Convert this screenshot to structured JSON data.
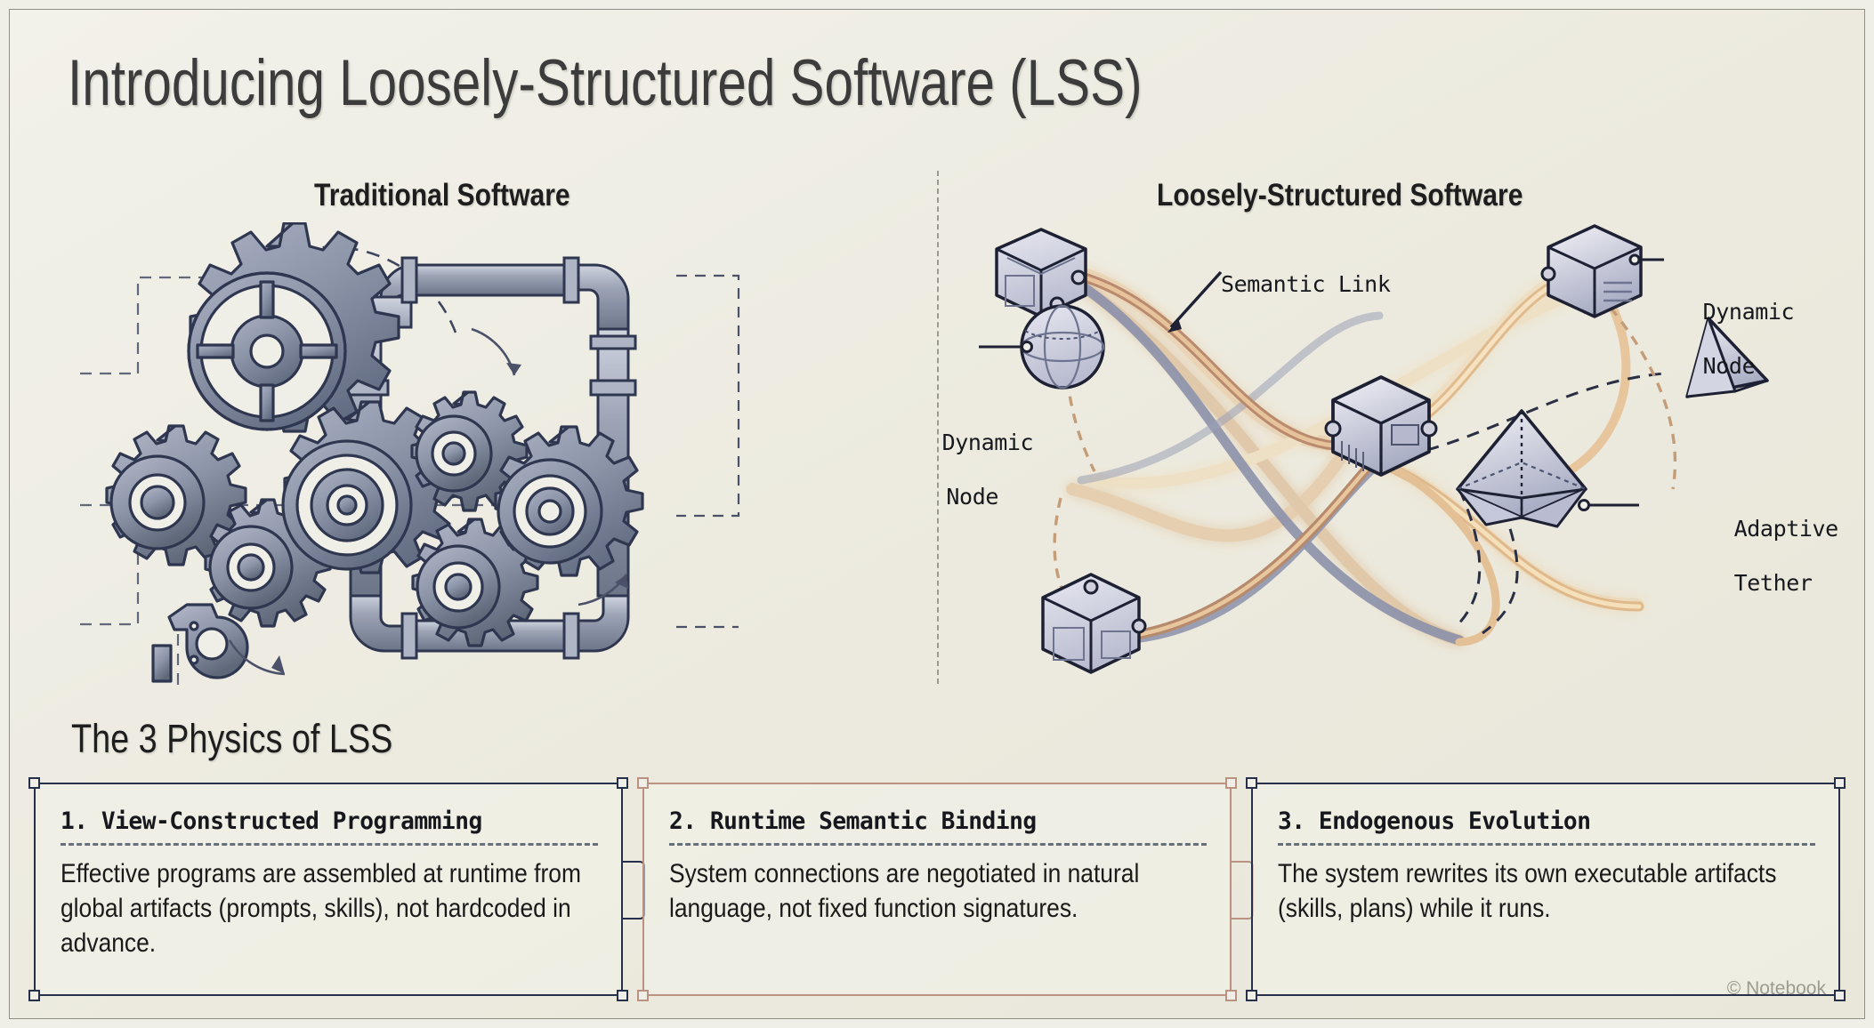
{
  "header": {
    "title": "Introducing Loosely-Structured Software (LSS)"
  },
  "panels": {
    "left": {
      "heading": "Traditional Software",
      "illustration": "interlocking-gears-and-pipes-blueprint"
    },
    "right": {
      "heading": "Loosely-Structured Software",
      "illustration": "isometric-nodes-linked-by-glowing-cables",
      "annotations": [
        {
          "label": "Semantic Link",
          "pointer": "arrow-down-left",
          "align": "left"
        },
        {
          "label_line1": "Dynamic",
          "label_line2": "Node",
          "pointer": "leader-line-right",
          "align": "left"
        },
        {
          "label_line1": "Dynamic",
          "label_line2": "Node",
          "pointer": "leader-line-left",
          "align": "right"
        },
        {
          "label_line1": "Adaptive",
          "label_line2": "Tether",
          "pointer": "leader-line-left",
          "align": "left"
        }
      ]
    }
  },
  "section": {
    "title": "The 3 Physics of LSS",
    "cards": [
      {
        "title": "1. View-Constructed Programming",
        "body": "Effective programs are assembled at runtime from global artifacts (prompts, skills), not hardcoded in advance.",
        "accent": false
      },
      {
        "title": "2. Runtime Semantic Binding",
        "body": "System connections are negotiated in natural language, not fixed function signatures.",
        "accent": true
      },
      {
        "title": "3. Endogenous Evolution",
        "body": "The system rewrites its own executable artifacts (skills, plans) while it runs.",
        "accent": false
      }
    ]
  },
  "footer": {
    "watermark": "© Notebook"
  },
  "colors": {
    "background": "#efeee7",
    "ink": "#1a1a1a",
    "frame": "#8f8f86",
    "card_border": "#26304a",
    "card_border_accent": "#bb9182",
    "gear_fill": "#8a93a8",
    "gear_fill_dark": "#5e6879",
    "gear_outline": "#323a52",
    "node_fill": "#c9cada",
    "node_outline": "#1d2133",
    "cable_warm": "#d8a878",
    "cable_cool": "#9aa0b4"
  }
}
